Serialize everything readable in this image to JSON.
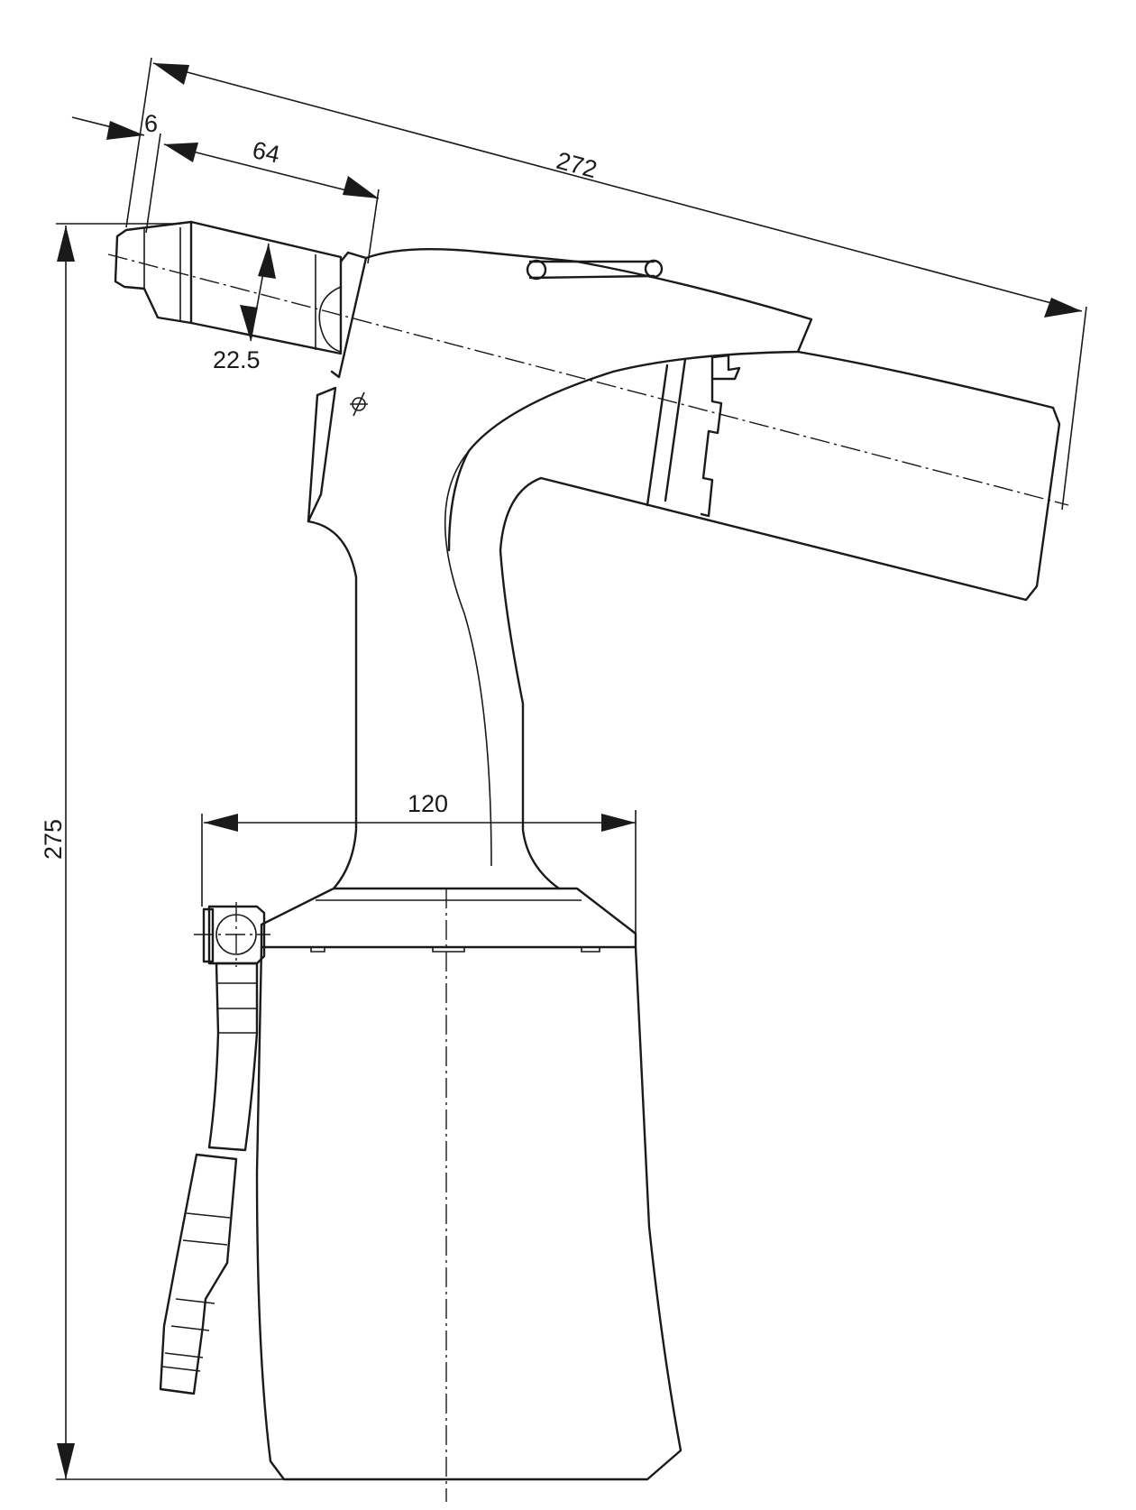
{
  "drawing": {
    "subject": "pneumatic rivet gun",
    "dimensions": {
      "overall_length": "272",
      "nosepiece_offset": "6",
      "head_length": "64",
      "head_diameter": "22.5",
      "base_width": "120",
      "overall_height": "275"
    },
    "diameter_symbol": "⌀"
  }
}
